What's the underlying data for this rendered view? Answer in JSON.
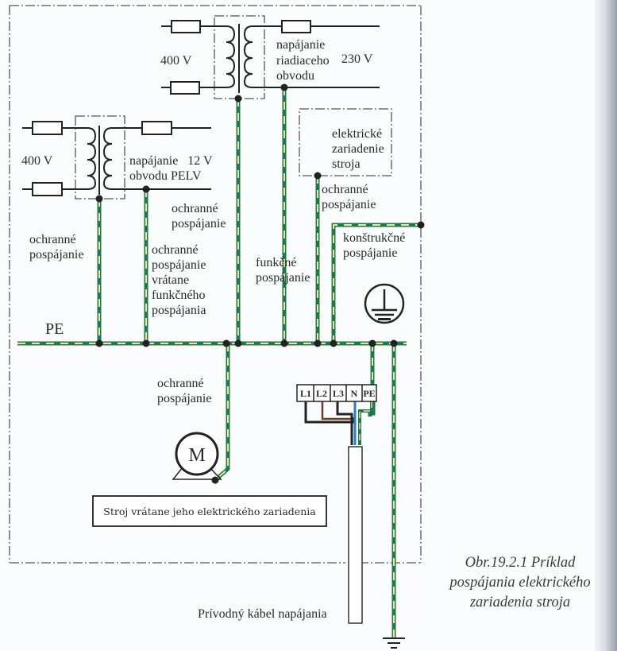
{
  "figure": {
    "transformer_control": {
      "input_voltage": "400 V",
      "label_lines": [
        "napájanie",
        "riadiaceho",
        "obvodu"
      ],
      "output_voltage": "230 V"
    },
    "transformer_pelv": {
      "input_voltage": "400 V",
      "label_lines": [
        "napájanie   12 V",
        "obvodu PELV"
      ]
    },
    "machine_equipment_box": {
      "label_lines": [
        "elektrické",
        "zariadenie",
        "stroja"
      ]
    },
    "bonding_labels": {
      "protective_left": [
        "ochranné",
        "pospájanie"
      ],
      "protective_center": [
        "ochranné",
        "pospájanie"
      ],
      "protective_incl_functional": [
        "ochranné",
        "pospájanie",
        "vrátane",
        "funkčného",
        "pospájania"
      ],
      "functional": [
        "funkčné",
        "pospájanie"
      ],
      "protective_equipment": [
        "ochranné",
        "pospájanie"
      ],
      "structural": [
        "konštrukčné",
        "pospájanie"
      ],
      "protective_motor": [
        "ochranné",
        "pospájanie"
      ]
    },
    "pe_bus_label": "PE",
    "motor_symbol": "M",
    "terminals": [
      "L1",
      "L2",
      "L3",
      "N",
      "PE"
    ],
    "machine_box_label": "Stroj vrátane jeho elektrického zariadenia",
    "supply_cable_label": "Prívodný kábel napájania",
    "caption_lines": [
      "Obr.19.2.1 Príklad",
      "pospájania elektrického",
      "zariadenia stroja"
    ],
    "colors": {
      "pe_green": "#1e7a4e",
      "pe_yellow": "#efe39a",
      "wire_l2_brown": "#6b3f2a",
      "wire_n_blue": "#2a7fc0",
      "wire_black": "#222222"
    }
  }
}
